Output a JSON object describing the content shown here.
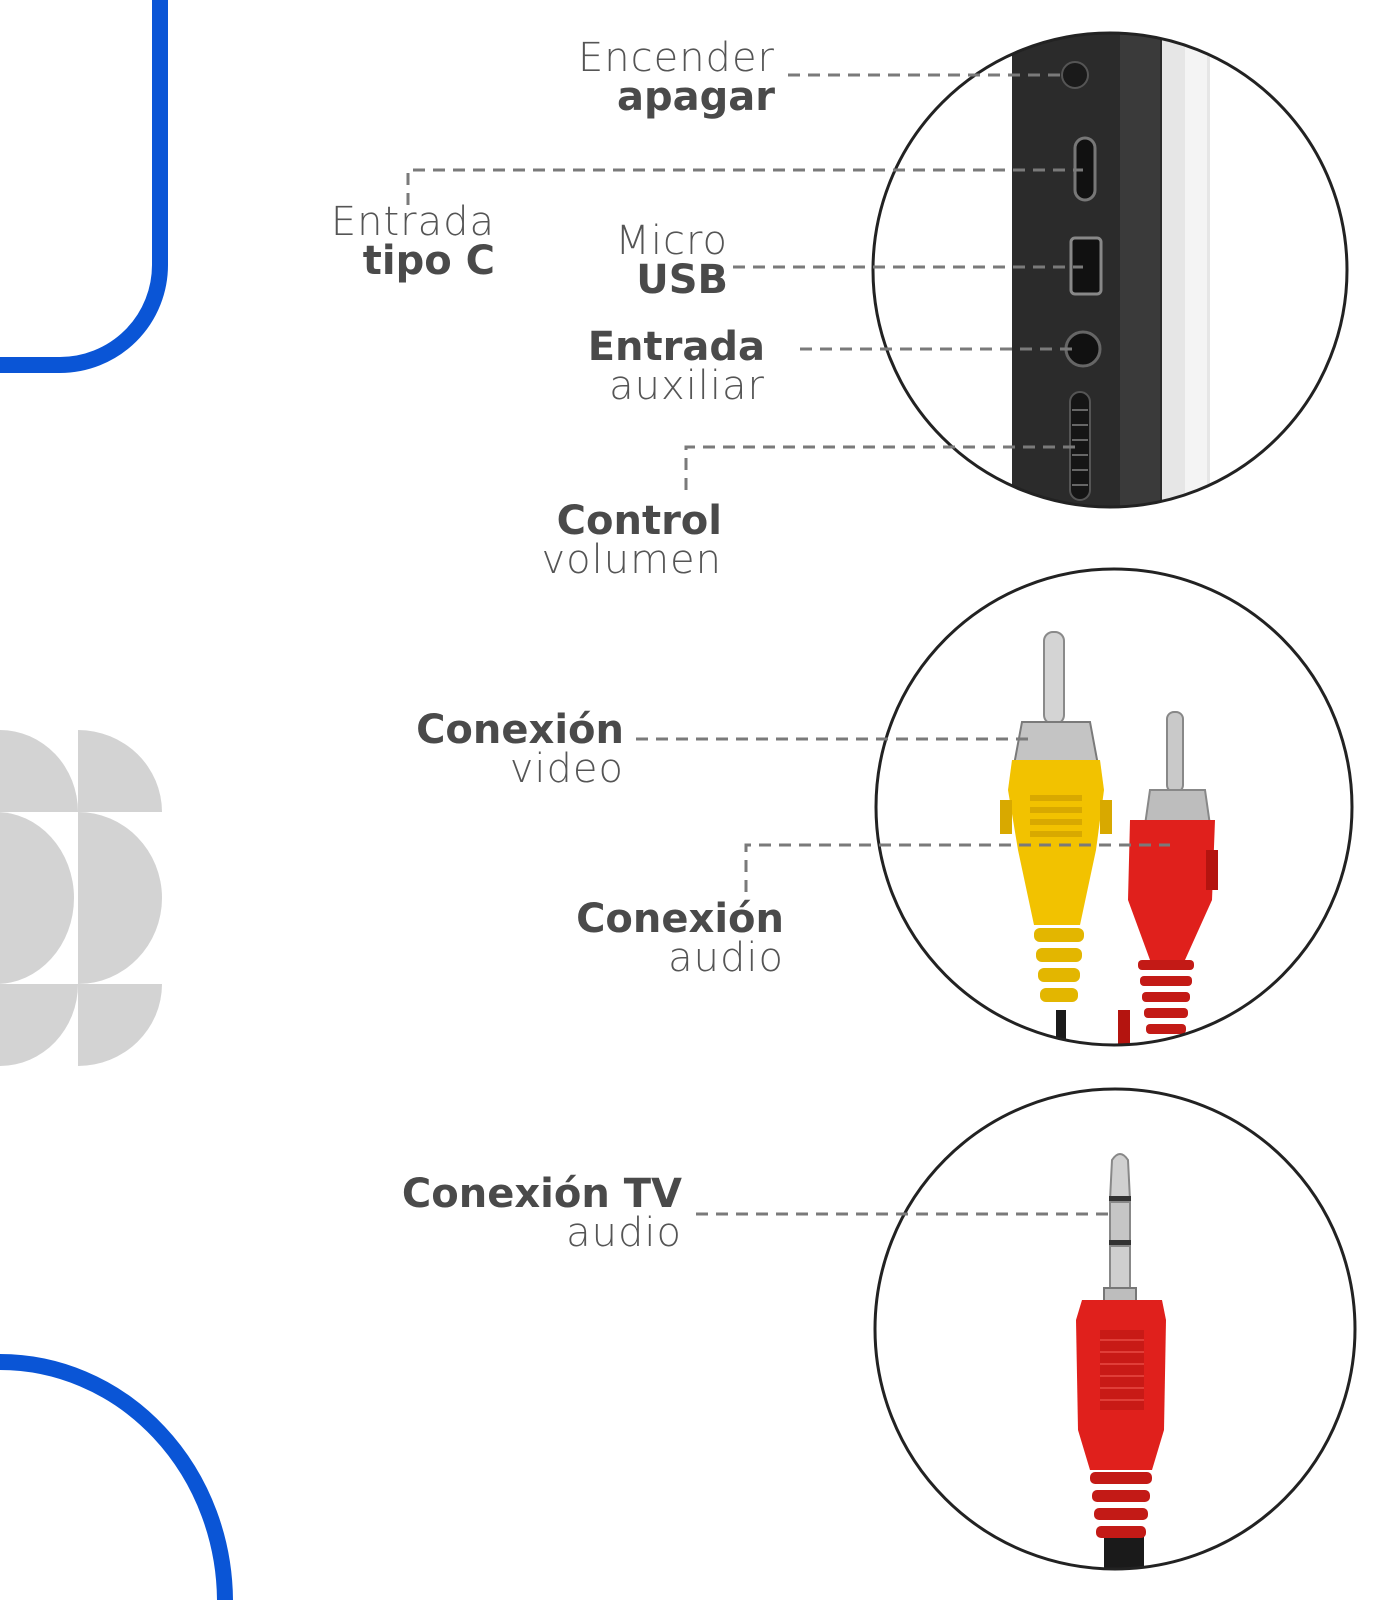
{
  "colors": {
    "accent_blue": "#0a55d6",
    "shape_gray": "#d3d3d3",
    "leader_line": "#7a7a7a",
    "text_dark": "#4a4a4a",
    "device_body": "#2b2b2b",
    "plug_yellow": "#f2c200",
    "plug_red": "#e0201c",
    "metal": "#c9c9c9",
    "cable_black": "#1a1a1a"
  },
  "labels": {
    "power": {
      "line1": "Encender",
      "line2": "apagar"
    },
    "type_c": {
      "line1": "Entrada",
      "line2": "tipo C"
    },
    "micro_usb": {
      "line1": "Micro",
      "line2": "USB"
    },
    "aux_input": {
      "line1": "Entrada",
      "line2": "auxiliar"
    },
    "volume": {
      "line1": "Control",
      "line2": "volumen"
    },
    "video": {
      "line1": "Conexión",
      "line2": "video"
    },
    "audio": {
      "line1": "Conexión",
      "line2": "audio"
    },
    "tv_audio": {
      "line1": "Conexión TV",
      "line2": "audio"
    }
  },
  "icons": {
    "device_ports": "device-side-ports-icon",
    "rca_cable": "rca-cable-icon",
    "jack_plug": "jack-3-5mm-plug-icon"
  }
}
